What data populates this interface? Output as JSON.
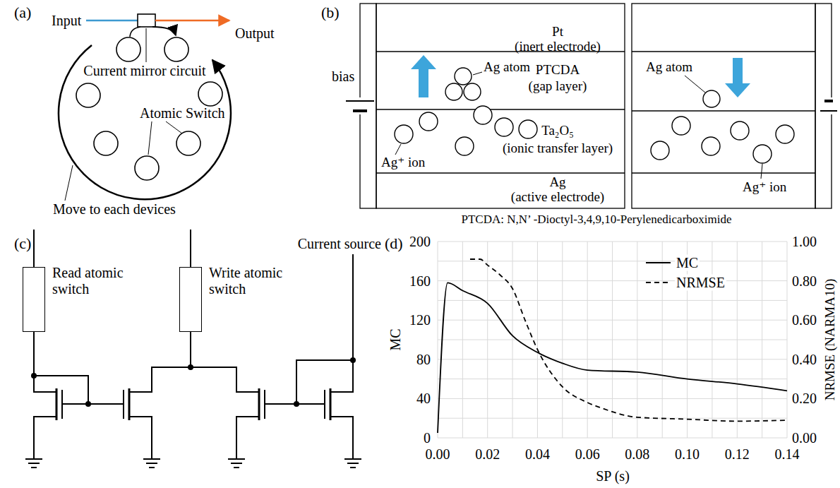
{
  "diagram": {
    "nodes": [
      {
        "text": [
          "Read atomic switch"
        ]
      },
      {
        "text": [
          "Write atomic switch"
        ]
      }
    ],
    "labels": [
      "(a)",
      "Input",
      "Output",
      "Current mirror circuit",
      "Atomic Switch",
      "Move to each devices",
      "(b)",
      "bias",
      "Pt",
      "(inert electrode)",
      "PTCDA",
      "(gap layer)",
      "Ag atom",
      "Ag atom",
      "Ta₂O₅",
      "(ionic transfer layer)",
      "Ag⁺ ion",
      "Ag⁺ ion",
      "Ag",
      "(active electrode)",
      "PTCDA: N,N’ -Dioctyl-3,4,9,10-Perylenedicarboximide",
      "(c)",
      "Current source",
      "(d)",
      "200",
      "160",
      "120",
      "80",
      "40",
      "0",
      "1.00",
      "0.80",
      "0.60",
      "0.40",
      "0.20",
      "0.00",
      "0.00",
      "0.02",
      "0.04",
      "0.06",
      "0.08",
      "0.10",
      "0.12",
      "0.14",
      "MC",
      "NRMSE (NARMA10)",
      "SP (s)"
    ],
    "legend": [
      {
        "text": "MC"
      },
      {
        "text": "NRMSE"
      }
    ]
  }
}
